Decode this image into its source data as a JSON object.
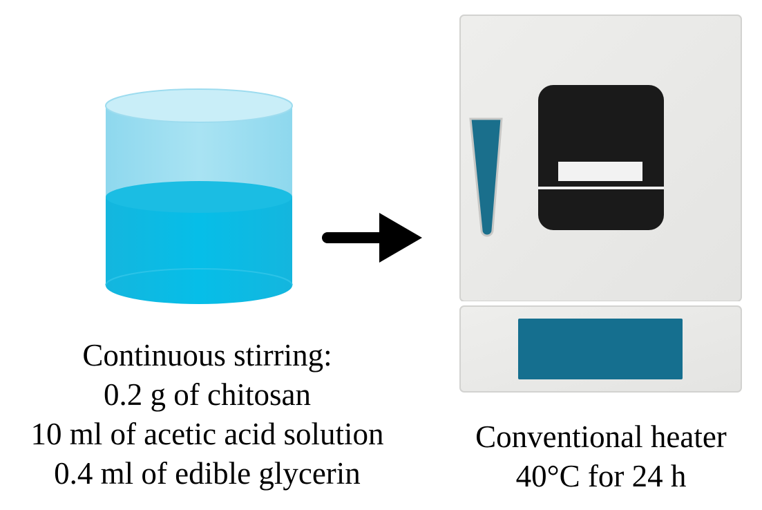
{
  "left_step": {
    "icon": "beaker-icon",
    "liquid_color": "#0FB5DF",
    "caption_lines": [
      "Continuous stirring:",
      "0.2 g of chitosan",
      "10 ml of acetic acid solution",
      "0.4 ml of edible glycerin"
    ]
  },
  "connector": {
    "icon": "arrow-right-icon"
  },
  "right_step": {
    "icon": "oven-icon",
    "accent_color": "#156F8F",
    "caption_lines": [
      "Conventional heater",
      "40°C for 24 h"
    ]
  }
}
